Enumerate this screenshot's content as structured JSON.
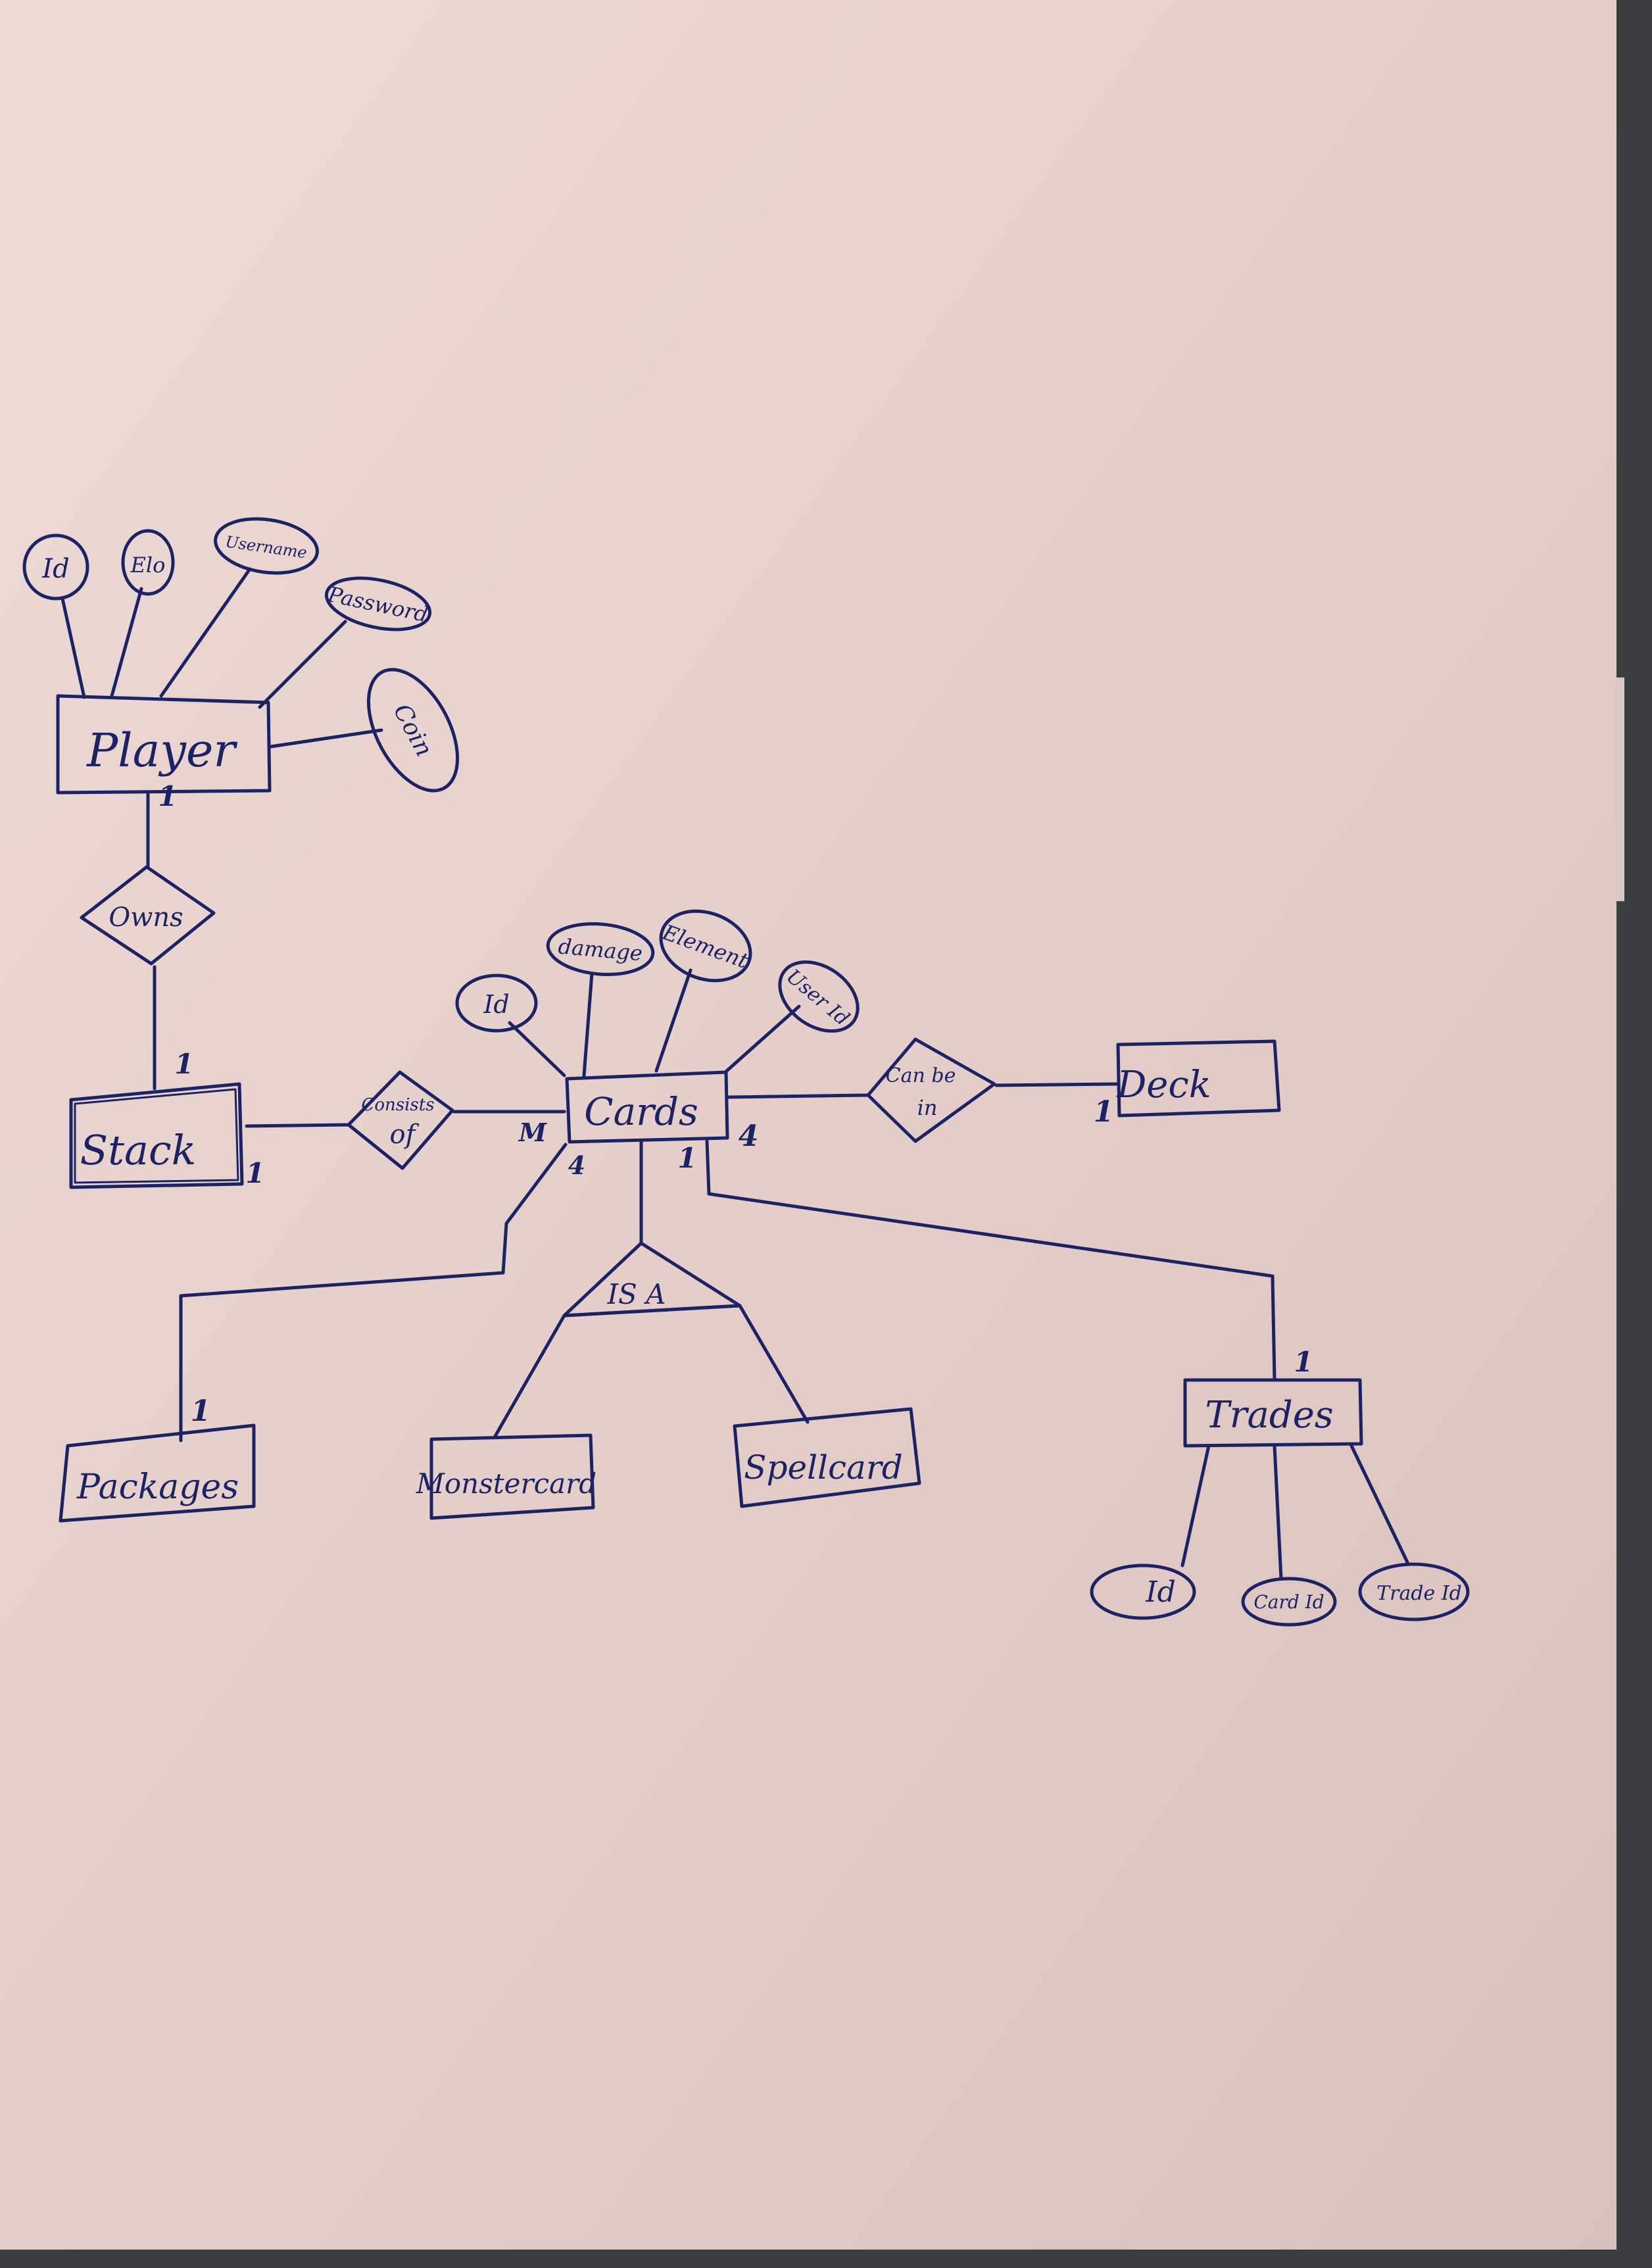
{
  "paper": {
    "color": "#e8d3d0",
    "edge_color": "#3a3e40",
    "ink_color": "#1c2364"
  },
  "diagram": {
    "entities": {
      "player": "Player",
      "stack": "Stack",
      "cards": "Cards",
      "deck": "Deck",
      "packages": "Packages",
      "monstercard": "Monstercard",
      "spellcard": "Spellcard",
      "trades": "Trades"
    },
    "relationships": {
      "owns": "Owns",
      "consists_of_1": "Consists",
      "consists_of_2": "of",
      "can_be_in_1": "Can be",
      "can_be_in_2": "in",
      "is_a": "IS A"
    },
    "attributes": {
      "player_id": "Id",
      "player_elo": "Elo",
      "player_username": "Username",
      "player_password": "Password",
      "player_coin": "Coin",
      "cards_id": "Id",
      "cards_damage": "damage",
      "cards_element": "Element",
      "cards_userid": "User Id",
      "trades_id": "Id",
      "trades_cardid": "Card Id",
      "trades_tradeid": "Trade Id"
    },
    "cardinalities": {
      "player_owns": "1",
      "stack_owns": "1",
      "stack_consists": "1",
      "cards_consists": "M",
      "cards_packages": "4",
      "cards_trades": "1",
      "cards_deck": "4",
      "deck_canbein": "1",
      "packages_cards": "1",
      "trades_cards": "1"
    }
  }
}
